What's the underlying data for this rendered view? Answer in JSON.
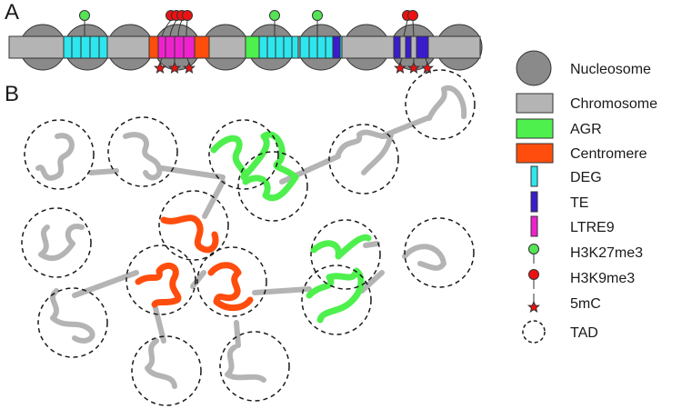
{
  "panels": {
    "a": "A",
    "b": "B"
  },
  "colors": {
    "nucleosome": "#8a8a8a",
    "chromosome": "#b4b4b4",
    "agr": "#4ef04e",
    "centromere": "#ff4d0d",
    "deg": "#2ee6ee",
    "te": "#3a1ccc",
    "ltre9": "#ee22cc",
    "h3k27me3": "#55e355",
    "h3k9me3": "#ee1111",
    "mc5": "#ee1111",
    "outline": "#333333"
  },
  "legend": [
    {
      "id": "nucleosome",
      "label": "Nucleosome",
      "icon": "circle"
    },
    {
      "id": "chromosome",
      "label": "Chromosome",
      "icon": "rect"
    },
    {
      "id": "agr",
      "label": "AGR",
      "icon": "rect"
    },
    {
      "id": "centromere",
      "label": "Centromere",
      "icon": "rect"
    },
    {
      "id": "deg",
      "label": "DEG",
      "icon": "bar"
    },
    {
      "id": "te",
      "label": "TE",
      "icon": "bar"
    },
    {
      "id": "ltre9",
      "label": "LTRE9",
      "icon": "bar"
    },
    {
      "id": "h3k27me3",
      "label": "H3K27me3",
      "icon": "lollipop"
    },
    {
      "id": "h3k9me3",
      "label": "H3K9me3",
      "icon": "lollipop"
    },
    {
      "id": "mc5",
      "label": "5mC",
      "icon": "star"
    },
    {
      "id": "tad",
      "label": "TAD",
      "icon": "dashed-circle"
    }
  ]
}
